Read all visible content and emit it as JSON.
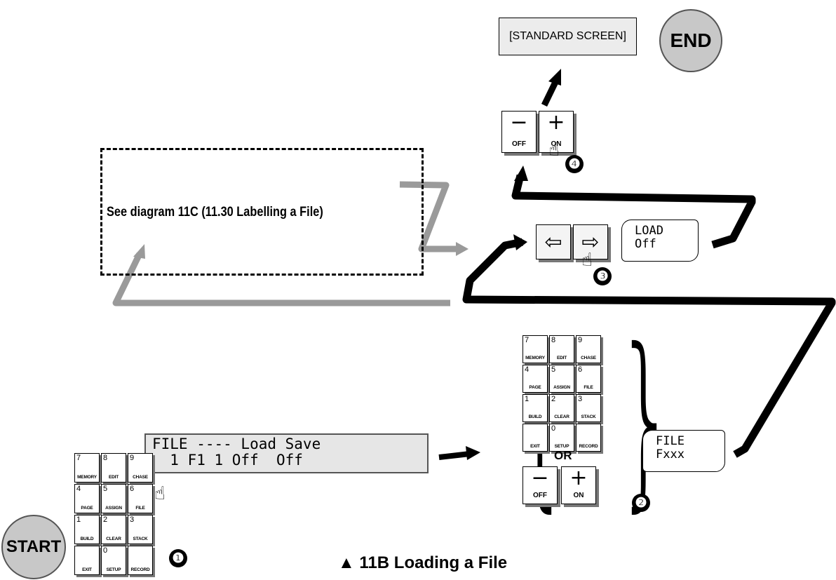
{
  "start_label": "START",
  "end_label": "END",
  "caption": "▲ 11B Loading a File",
  "standard_screen": "[STANDARD SCREEN]",
  "cross_reference": "See diagram 11C (11.30 Labelling a File)",
  "or_label": "OR",
  "keypad": [
    {
      "num": "7",
      "label": "MEMORY"
    },
    {
      "num": "8",
      "label": "EDIT"
    },
    {
      "num": "9",
      "label": "CHASE"
    },
    {
      "num": "4",
      "label": "PAGE"
    },
    {
      "num": "5",
      "label": "ASSIGN"
    },
    {
      "num": "6",
      "label": "FILE"
    },
    {
      "num": "1",
      "label": "BUILD"
    },
    {
      "num": "2",
      "label": "CLEAR"
    },
    {
      "num": "3",
      "label": "STACK"
    },
    {
      "num": "",
      "label": "EXIT"
    },
    {
      "num": "0",
      "label": "SETUP"
    },
    {
      "num": "",
      "label": "RECORD"
    }
  ],
  "lcd": {
    "line1": "FILE ---- Load Save",
    "line2": "  1 F1 1 Off  Off"
  },
  "file_display": {
    "line1": "FILE",
    "line2": "Fxxx"
  },
  "load_display": {
    "line1": "LOAD",
    "line2": "Off"
  },
  "minus_key": {
    "symbol": "−",
    "label": "OFF"
  },
  "plus_key": {
    "symbol": "+",
    "label": "ON"
  },
  "arrow_left": "⇦",
  "arrow_right": "⇨",
  "markers": [
    "❶",
    "❷",
    "❸",
    "❹"
  ],
  "colors": {
    "flow_black": "#000000",
    "flow_gray": "#9a9a9a",
    "circle_fill": "#c8c8c8",
    "lcd_fill": "#e6e6e6"
  }
}
